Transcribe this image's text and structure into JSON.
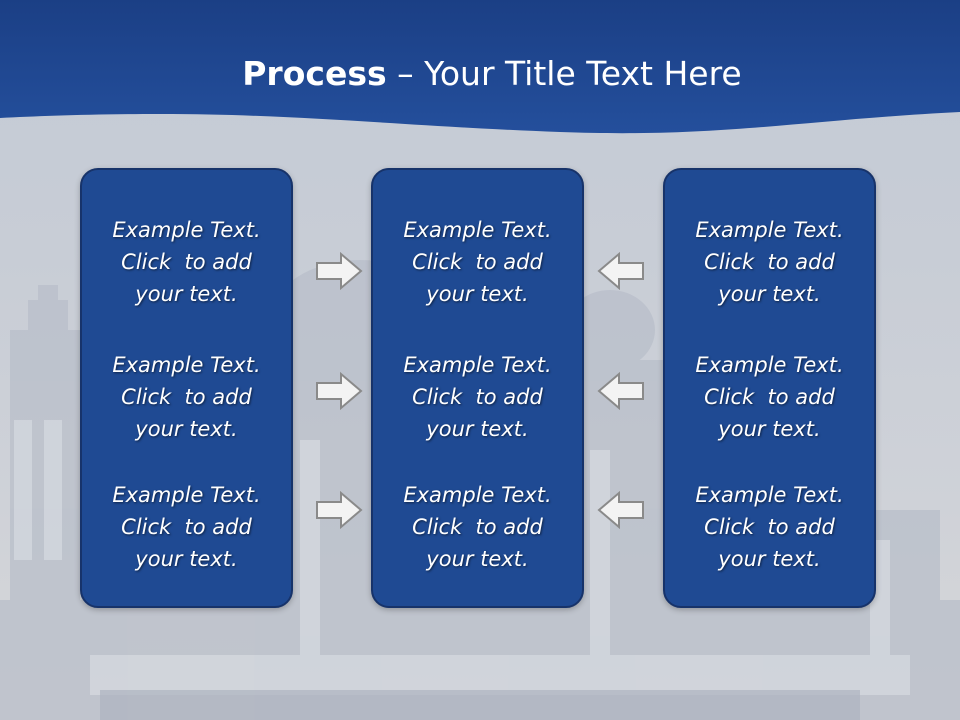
{
  "title": {
    "bold": "Process",
    "rest": " – Your Title Text Here"
  },
  "columns": [
    {
      "items": [
        [
          "Example Text.",
          "Click  to add",
          "your text."
        ],
        [
          "Example Text.",
          "Click  to add",
          "your text."
        ],
        [
          "Example Text.",
          "Click  to add",
          "your text."
        ]
      ]
    },
    {
      "items": [
        [
          "Example Text.",
          "Click  to add",
          "your text."
        ],
        [
          "Example Text.",
          "Click  to add",
          "your text."
        ],
        [
          "Example Text.",
          "Click  to add",
          "your text."
        ]
      ]
    },
    {
      "items": [
        [
          "Example Text.",
          "Click  to add",
          "your text."
        ],
        [
          "Example Text.",
          "Click  to add",
          "your text."
        ],
        [
          "Example Text.",
          "Click  to add",
          "your text."
        ]
      ]
    }
  ],
  "arrows": {
    "left_group": "arrow-right-icon",
    "right_group": "arrow-left-icon"
  },
  "colors": {
    "header": "#1e4690",
    "panel": "#1f4a93",
    "panel_border": "#17336a",
    "background": "#c9ced8"
  }
}
